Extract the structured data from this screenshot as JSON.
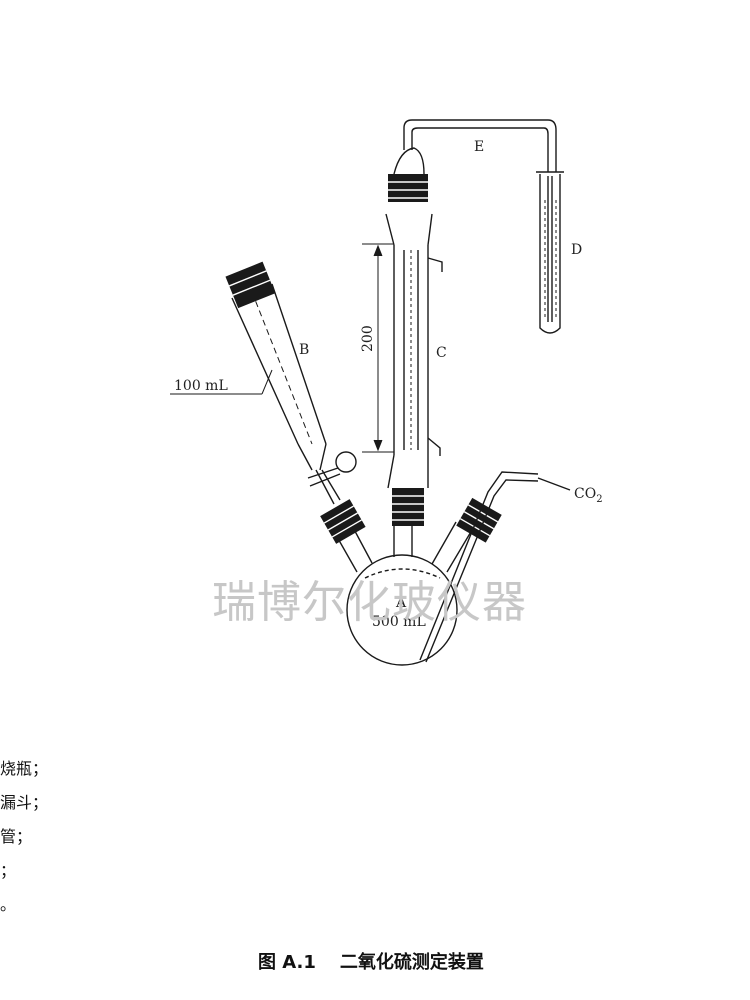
{
  "labels": {
    "A": "A",
    "B": "B",
    "C": "C",
    "D": "D",
    "E": "E",
    "flask_volume": "500 mL",
    "funnel_volume": "100 mL",
    "condenser_length": "200",
    "gas": "CO",
    "gas_sub": "2"
  },
  "watermark": "瑞博尔化玻仪器",
  "legend": [
    "烧瓶；",
    "漏斗；",
    "管；",
    "；",
    "。"
  ],
  "caption": {
    "number": "图 A.1",
    "title": "二氧化硫测定装置"
  },
  "colors": {
    "ink": "#1a1a1a",
    "watermark": "#c7c7c7"
  }
}
